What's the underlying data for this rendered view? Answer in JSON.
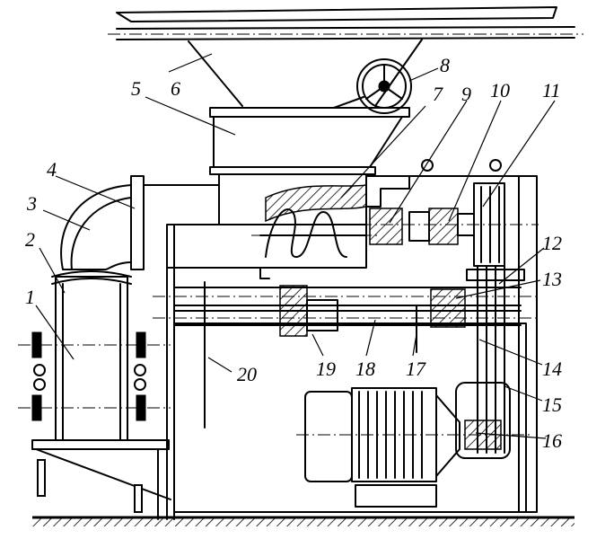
{
  "diagram": {
    "labels": [
      {
        "id": "callout-1",
        "text": "1"
      },
      {
        "id": "callout-2",
        "text": "2"
      },
      {
        "id": "callout-3",
        "text": "3"
      },
      {
        "id": "callout-4",
        "text": "4"
      },
      {
        "id": "callout-5",
        "text": "5"
      },
      {
        "id": "callout-6",
        "text": "6"
      },
      {
        "id": "callout-7",
        "text": "7"
      },
      {
        "id": "callout-8",
        "text": "8"
      },
      {
        "id": "callout-9",
        "text": "9"
      },
      {
        "id": "callout-10",
        "text": "10"
      },
      {
        "id": "callout-11",
        "text": "11"
      },
      {
        "id": "callout-12",
        "text": "12"
      },
      {
        "id": "callout-13",
        "text": "13"
      },
      {
        "id": "callout-14",
        "text": "14"
      },
      {
        "id": "callout-15",
        "text": "15"
      },
      {
        "id": "callout-16",
        "text": "16"
      },
      {
        "id": "callout-17",
        "text": "17"
      },
      {
        "id": "callout-18",
        "text": "18"
      },
      {
        "id": "callout-19",
        "text": "19"
      },
      {
        "id": "callout-20",
        "text": "20"
      }
    ]
  }
}
